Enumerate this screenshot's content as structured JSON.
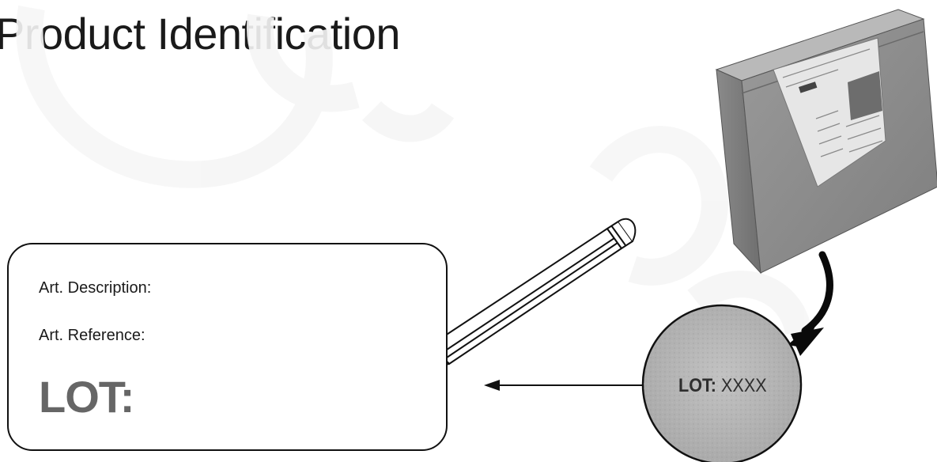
{
  "title": "Product Identification",
  "label_card": {
    "description_label": "Art. Description:",
    "reference_label": "Art. Reference:",
    "lot_label": "LOT:"
  },
  "box_stamp": {
    "prefix": "LOT:",
    "value": "XXXX"
  },
  "icons": [
    "pencil-icon",
    "shipping-box-image",
    "curved-arrow-icon",
    "straight-arrow-icon"
  ]
}
